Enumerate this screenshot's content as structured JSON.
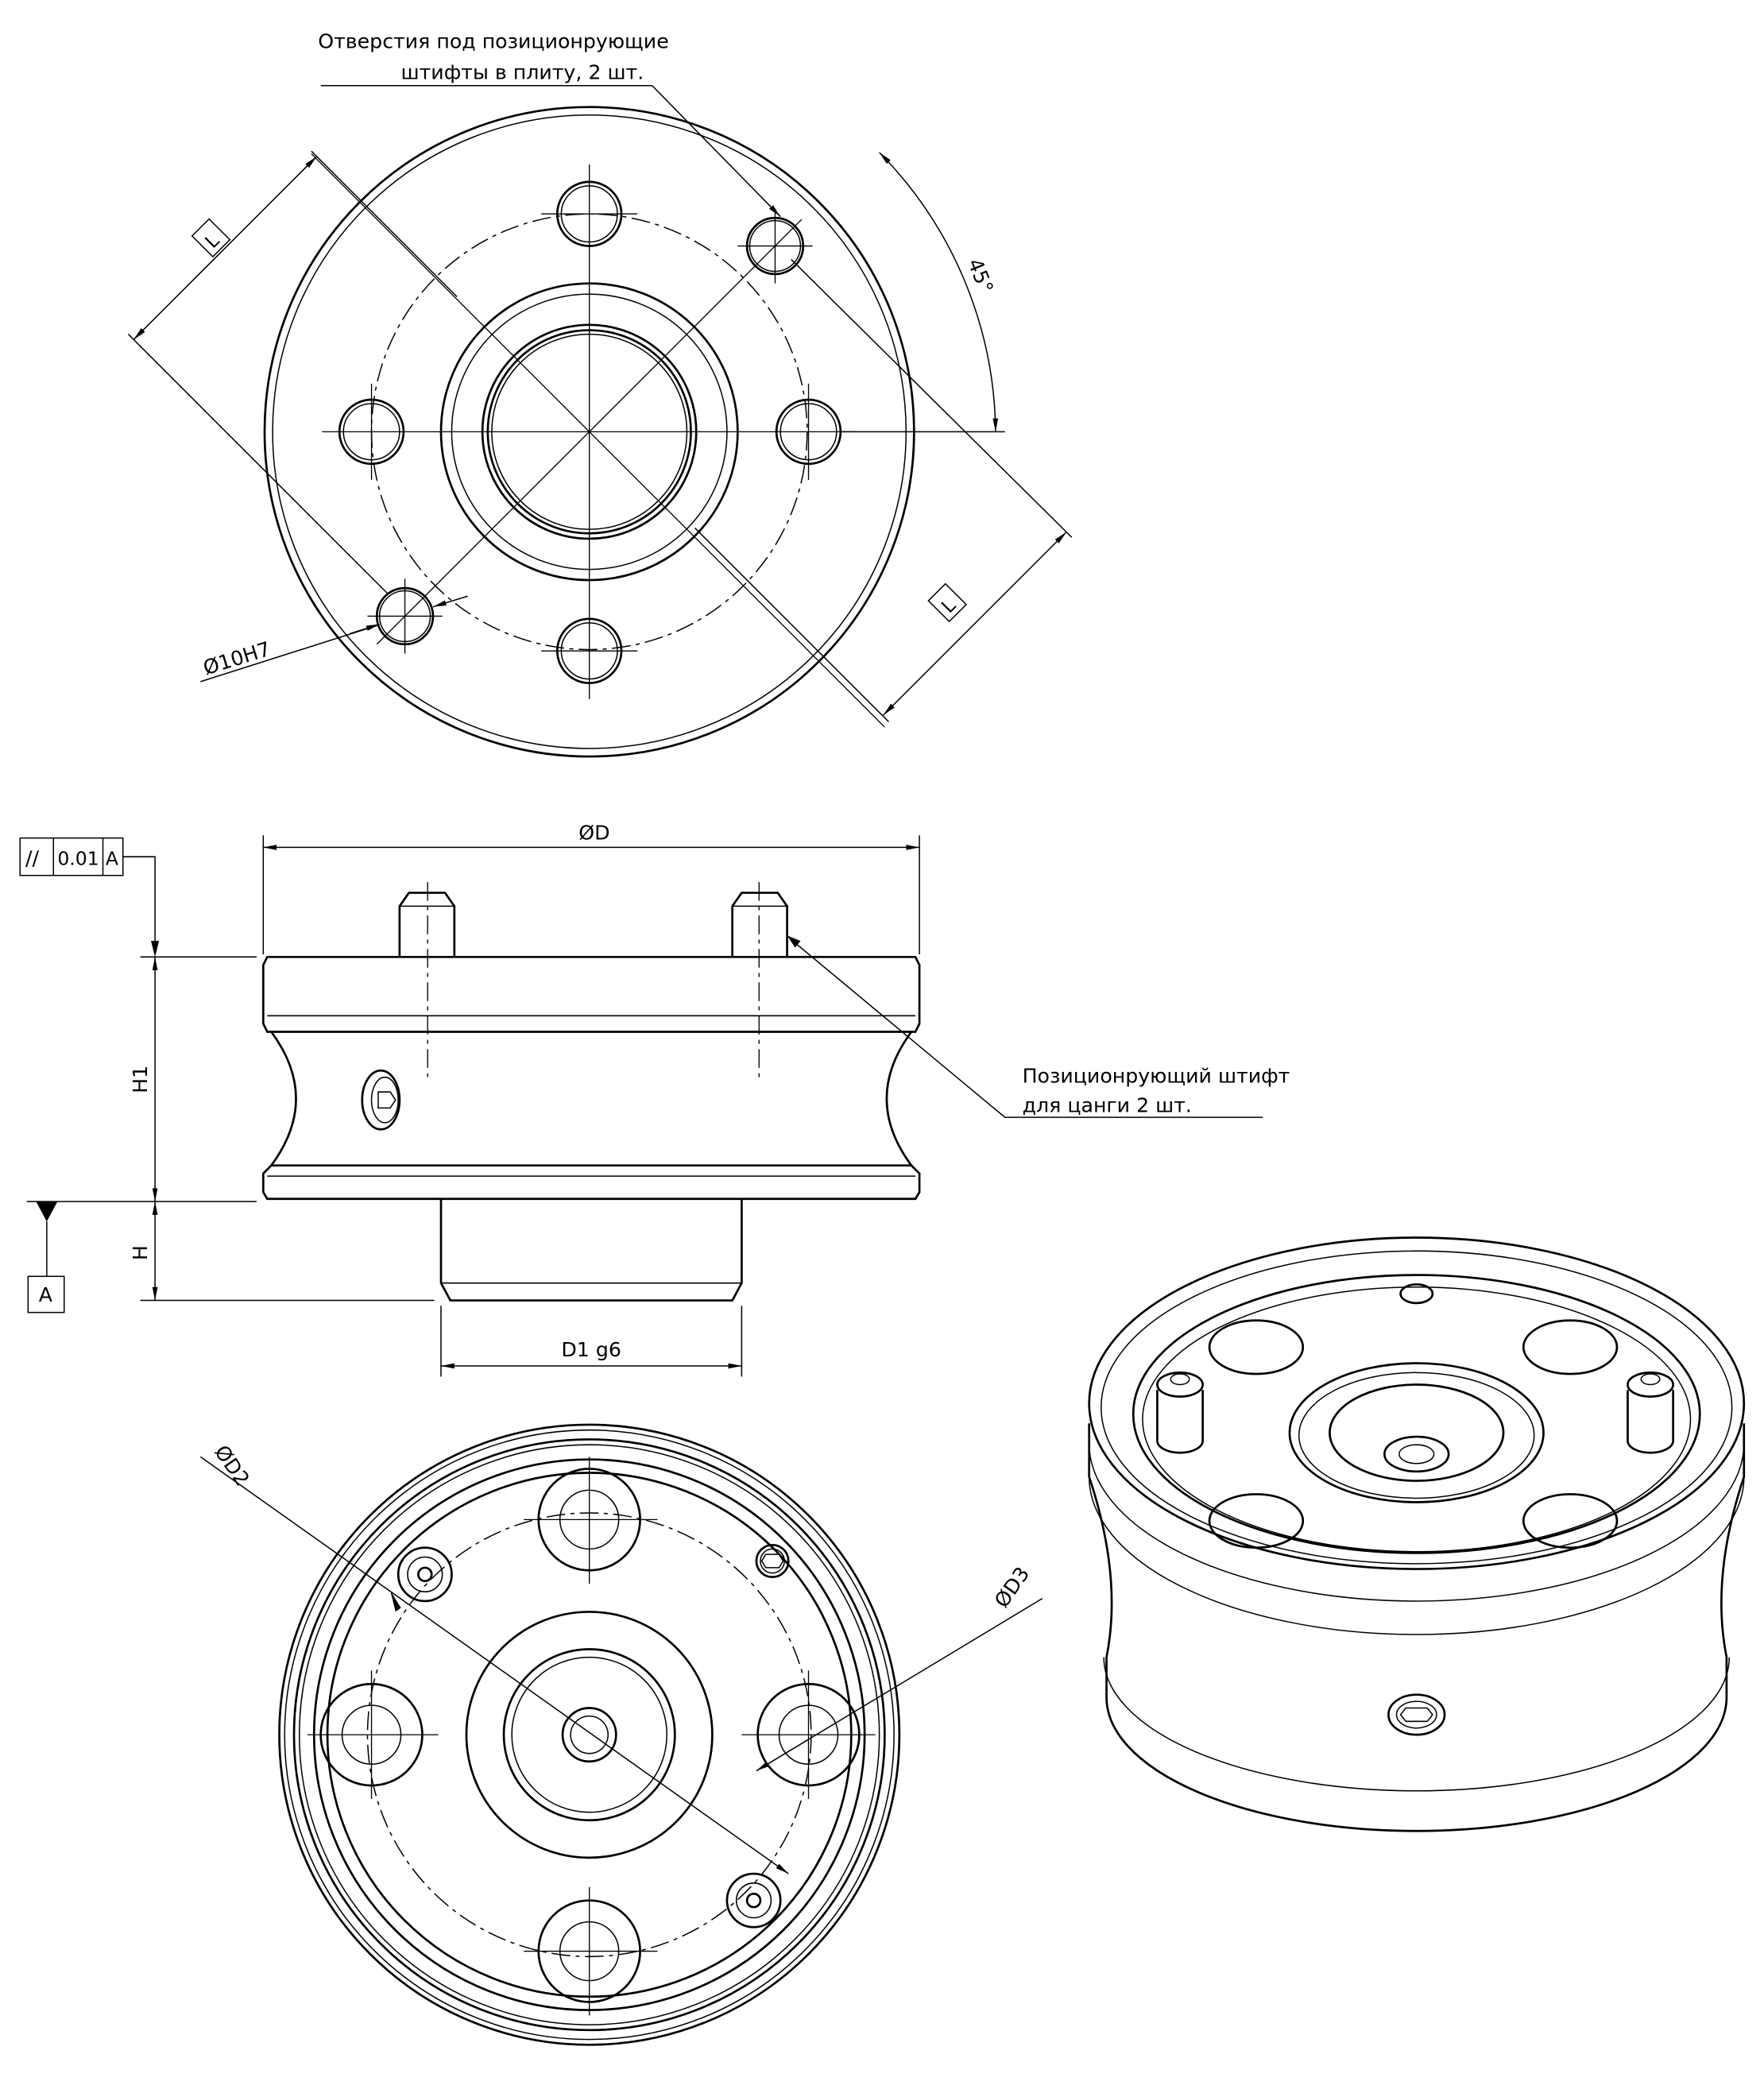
{
  "top_view": {
    "note_line1": "Отверстия под позиционрующие",
    "note_line2": "штифты в плиту, 2 шт.",
    "dim_L_left": "L",
    "dim_L_right": "L",
    "angle": "45°",
    "hole_dim": "Ø10H7"
  },
  "side_view": {
    "dim_D": "ØD",
    "dim_H1": "H1",
    "dim_H": "H",
    "dim_D1": "D1 g6",
    "tolerance": {
      "symbol": "//",
      "value": "0.01",
      "datum": "A"
    },
    "datum_label": "A",
    "pin_note_line1": "Позиционрующий штифт",
    "pin_note_line2": "для цанги 2 шт."
  },
  "bottom_view": {
    "dim_D2": "ØD2",
    "dim_D3": "ØD3"
  }
}
